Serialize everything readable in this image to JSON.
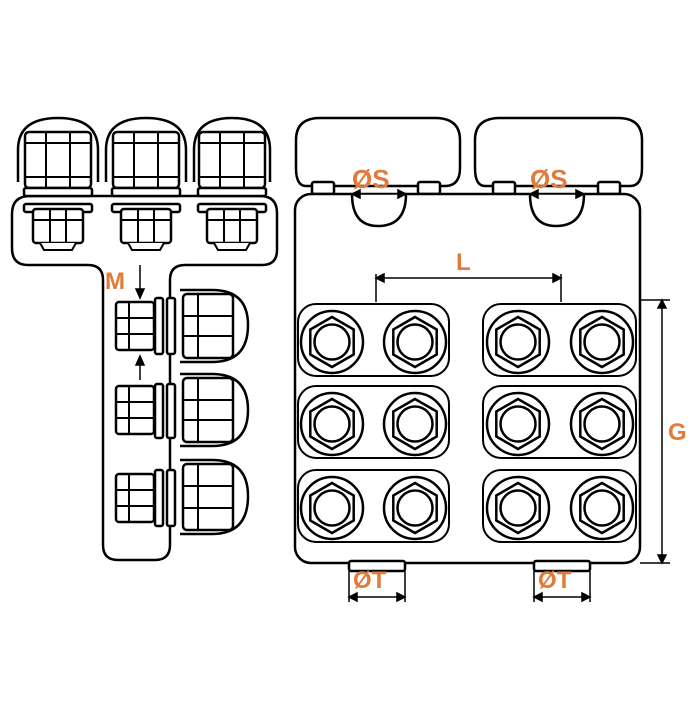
{
  "labels": {
    "m": "M",
    "s_left": "ØS",
    "s_right": "ØS",
    "l": "L",
    "g": "G",
    "t_left": "ØT",
    "t_right": "ØT"
  },
  "colors": {
    "outline": "#000000",
    "label": "#e07b39",
    "background": "#ffffff"
  }
}
